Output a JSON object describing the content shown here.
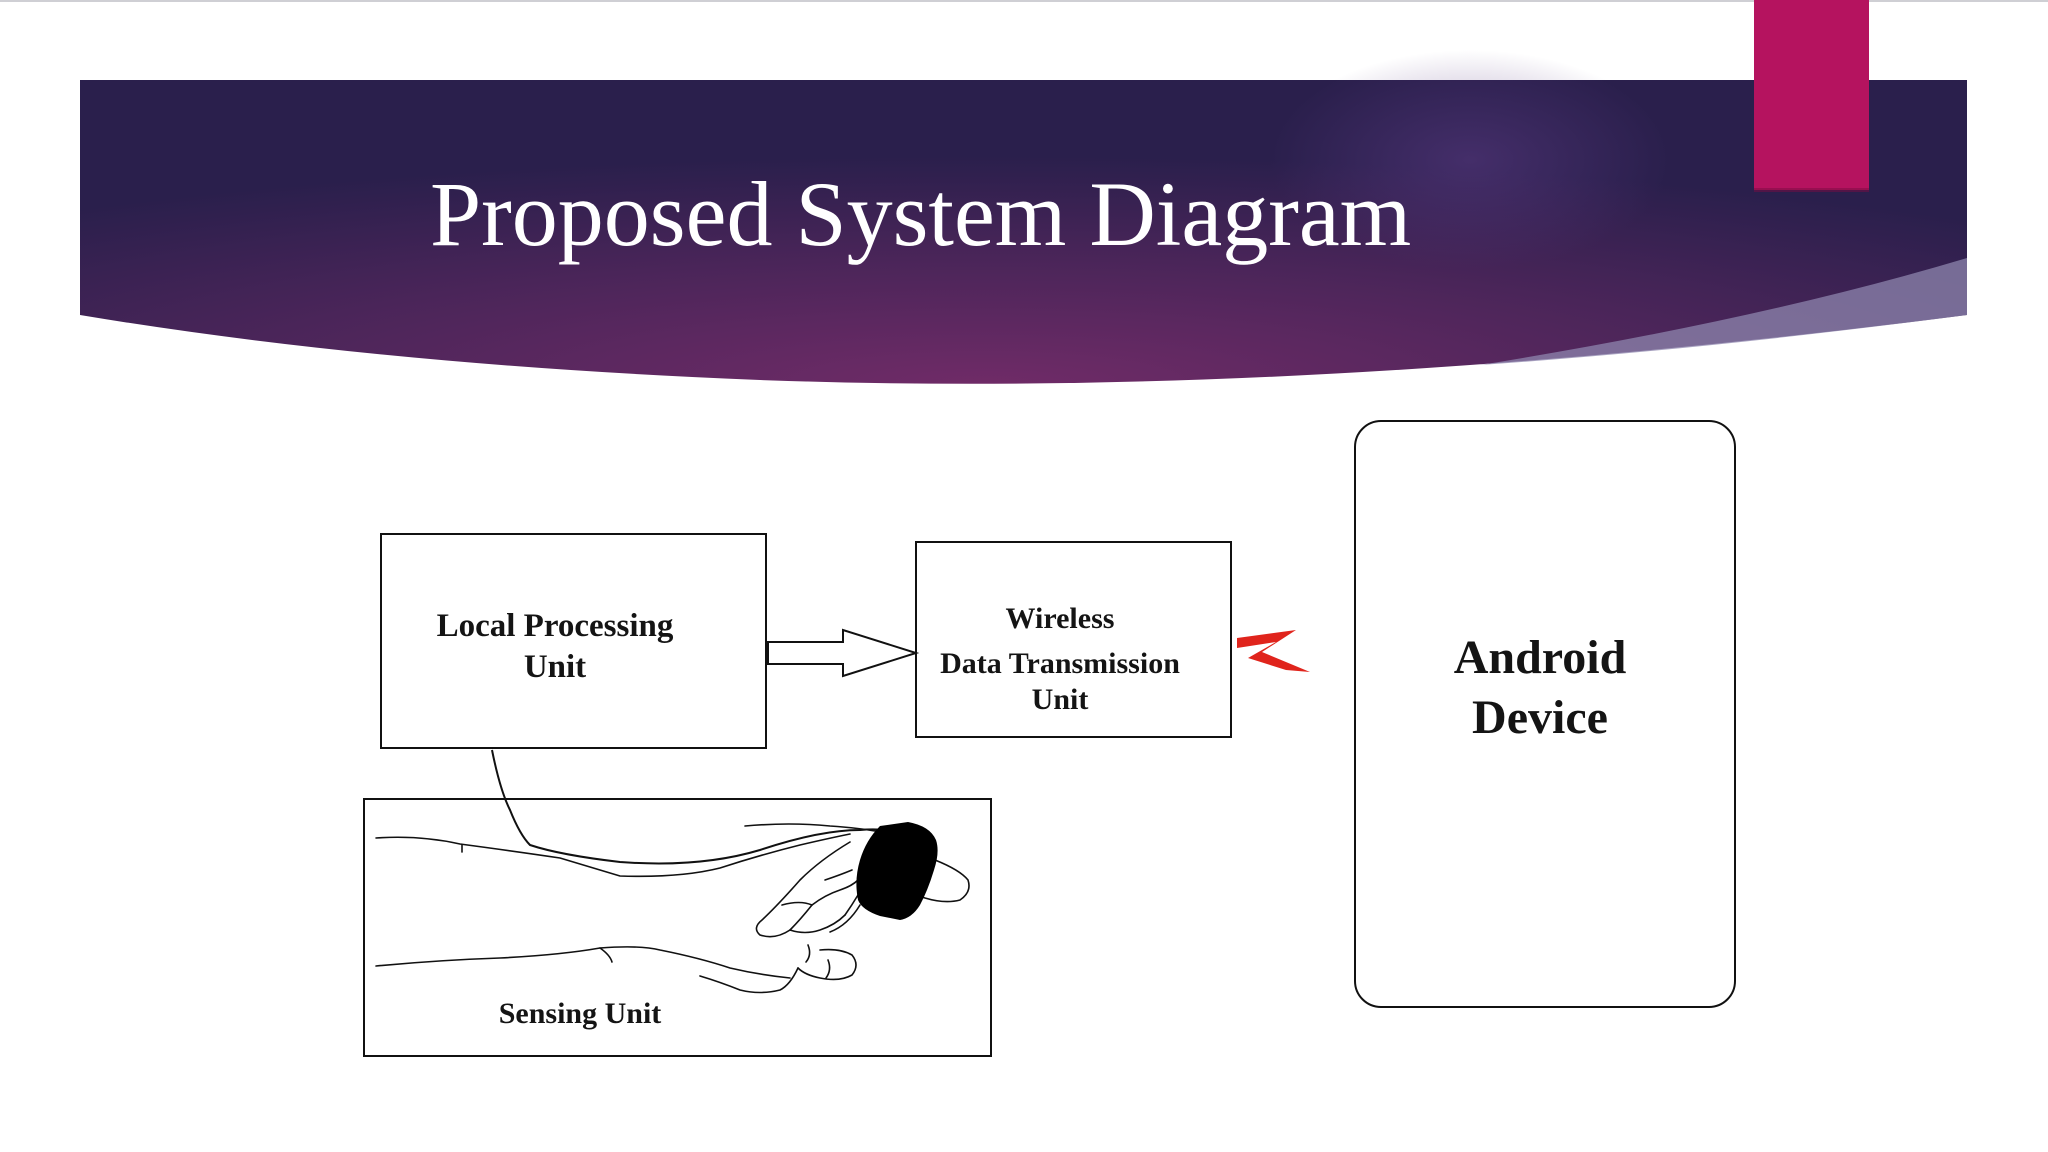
{
  "slide": {
    "title": "Proposed System Diagram",
    "colors": {
      "banner_dark": "#2b1d4e",
      "banner_mid": "#6a2a66",
      "accent_tab": "#b5135f",
      "line": "#111111",
      "wireless_symbol": "#e0241c"
    }
  },
  "diagram": {
    "local_processing_unit": "Local Processing\nUnit",
    "wireless_line1": "Wireless",
    "wireless_line2": "Data Transmission\nUnit",
    "android_device": "Android\nDevice",
    "sensing_unit": "Sensing Unit",
    "icons": [
      "hollow-arrow-right",
      "lightning-bolt-icon",
      "hand-sketch-with-finger-sensor"
    ]
  }
}
